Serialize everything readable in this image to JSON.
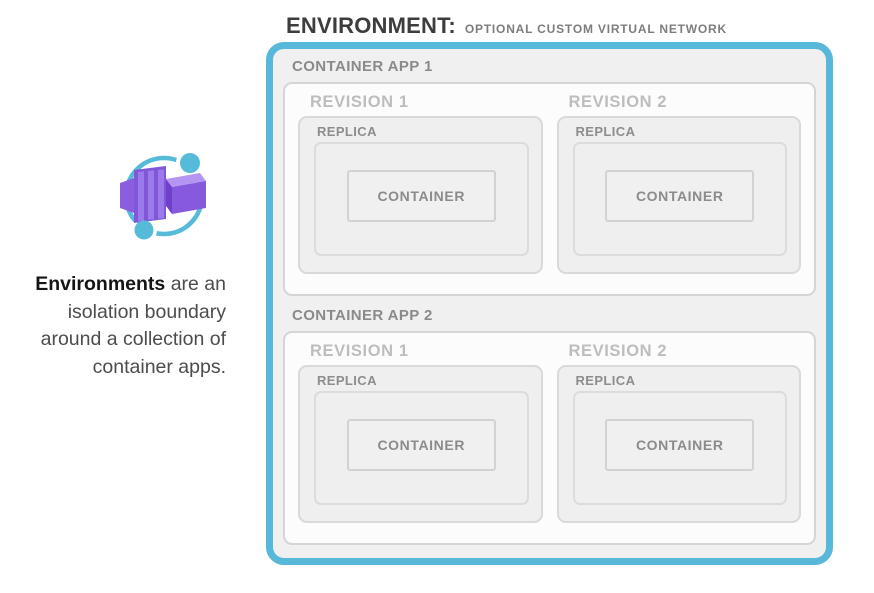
{
  "headline": {
    "title": "ENVIRONMENT:",
    "subtitle": "OPTIONAL CUSTOM VIRTUAL NETWORK"
  },
  "sidebar": {
    "icon": "azure-container-apps-icon",
    "description": {
      "bold": "Environments",
      "line1_rest": " are an",
      "line2": "isolation boundary",
      "line3": "around a collection of",
      "line4": "container apps."
    }
  },
  "environment": {
    "container_apps": [
      {
        "label": "CONTAINER APP 1",
        "revisions": [
          {
            "label": "REVISION 1",
            "replica": {
              "label": "REPLICA",
              "container": {
                "label": "CONTAINER"
              }
            }
          },
          {
            "label": "REVISION 2",
            "replica": {
              "label": "REPLICA",
              "container": {
                "label": "CONTAINER"
              }
            }
          }
        ]
      },
      {
        "label": "CONTAINER APP 2",
        "revisions": [
          {
            "label": "REVISION 1",
            "replica": {
              "label": "REPLICA",
              "container": {
                "label": "CONTAINER"
              }
            }
          },
          {
            "label": "REVISION 2",
            "replica": {
              "label": "REPLICA",
              "container": {
                "label": "CONTAINER"
              }
            }
          }
        ]
      }
    ]
  },
  "colors": {
    "environment_border": "#57b8d9",
    "box_fill_gray": "#efefef",
    "box_fill_white": "#fcfcfc",
    "icon_blue": "#55bbd9",
    "icon_purple": "#8256d8"
  }
}
